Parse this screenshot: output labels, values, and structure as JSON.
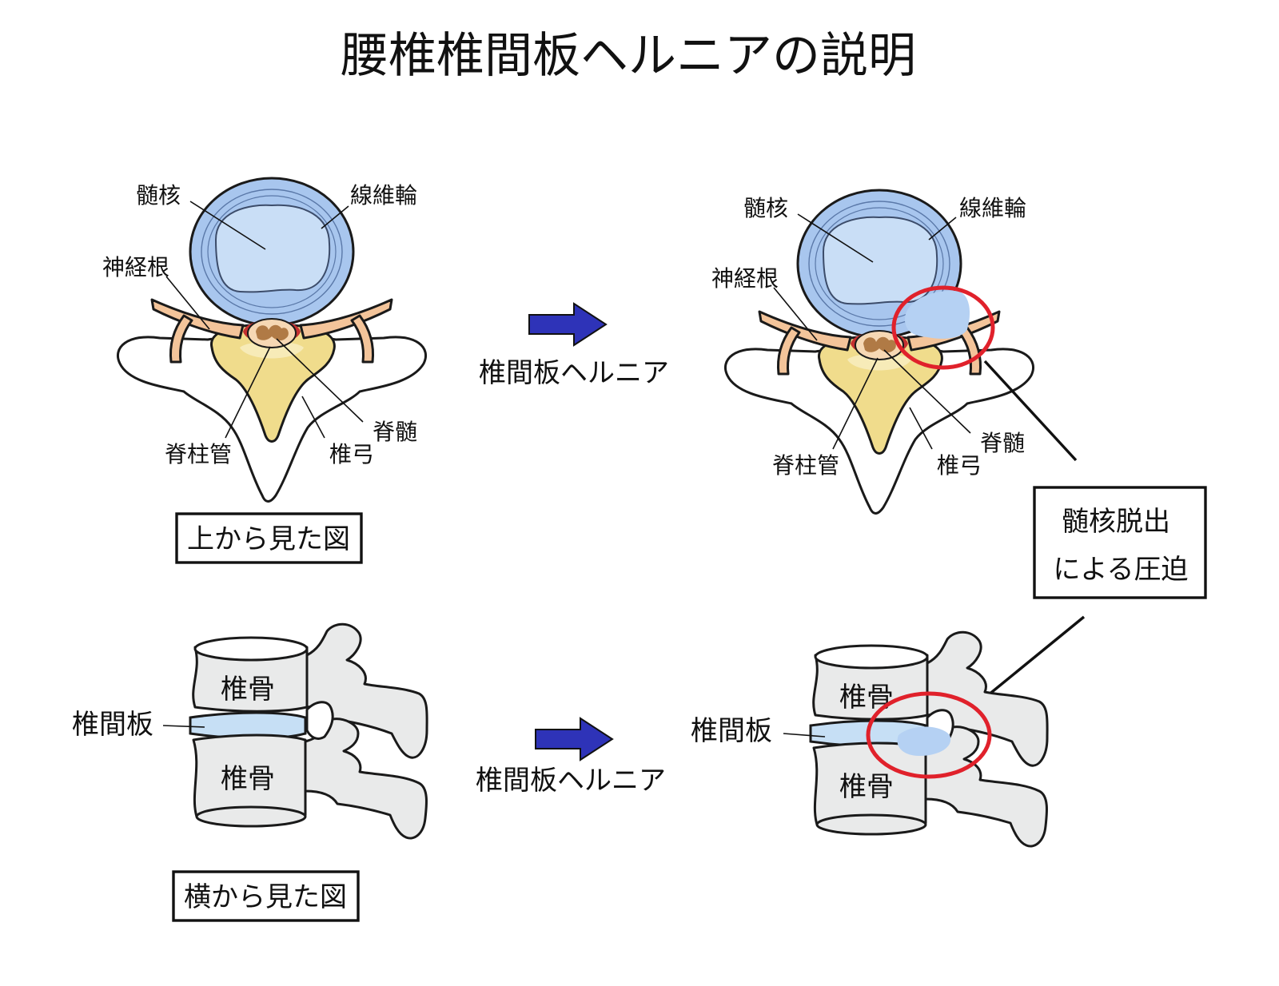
{
  "title": "腰椎椎間板ヘルニアの説明",
  "top_view": {
    "labels": {
      "nucleus": "髄核",
      "annulus": "線維輪",
      "nerve_root": "神経根",
      "spinal_cord": "脊髄",
      "spinal_canal": "脊柱管",
      "lamina": "椎弓"
    },
    "caption": "上から見た図"
  },
  "side_view": {
    "labels": {
      "vertebra_upper": "椎骨",
      "vertebra_lower": "椎骨",
      "disc": "椎間板"
    },
    "caption": "横から見た図"
  },
  "arrow_label_top": "椎間板ヘルニア",
  "arrow_label_bottom": "椎間板ヘルニア",
  "callout": {
    "line1": "髄核脱出",
    "line2": "による圧迫"
  },
  "colors": {
    "nucleus_fill": "#c9def6",
    "annulus_fill": "#a8c6ee",
    "nerve_fill": "#f3c49a",
    "body_fill": "#f0dc8c",
    "cord_fill": "#b07a45",
    "bone_fill": "#e9eaea",
    "disc_fill": "#c6dff5",
    "arrow_fill": "#2e33b8",
    "highlight_ring": "#e0212b"
  }
}
